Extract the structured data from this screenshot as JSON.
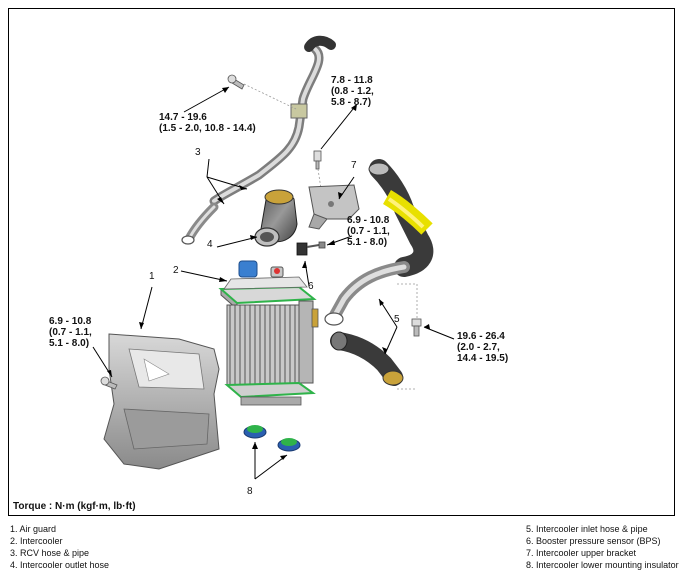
{
  "torque_label": "Torque : N·m (kgf·m, lb·ft)",
  "callouts": {
    "t1": "14.7 - 19.6\n(1.5 - 2.0, 10.8 - 14.4)",
    "t2": "7.8 - 11.8\n(0.8 - 1.2,\n5.8 - 8.7)",
    "t3": "6.9 - 10.8\n(0.7 - 1.1,\n5.1 - 8.0)",
    "t4": "6.9 - 10.8\n(0.7 - 1.1,\n5.1 - 8.0)",
    "t5": "19.6 - 26.4\n(2.0 - 2.7,\n14.4 - 19.5)"
  },
  "part_numbers": [
    "1",
    "2",
    "3",
    "4",
    "5",
    "6",
    "7",
    "8"
  ],
  "legend_left": [
    "1. Air guard",
    "2. Intercooler",
    "3. RCV hose & pipe",
    "4. Intercooler outlet hose"
  ],
  "legend_right": [
    "5. Intercooler inlet hose & pipe",
    "6. Booster pressure sensor (BPS)",
    "7. Intercooler upper bracket",
    "8. Intercooler lower mounting insulator"
  ],
  "colors": {
    "seal_green": "#2fb34a",
    "inlet_yellow": "#e8e000",
    "cap_blue": "#3a7fd0",
    "insulator_blue": "#2a5fb0",
    "metal_gray": "#b8b8b8",
    "dark_hose": "#3a3a3a"
  }
}
